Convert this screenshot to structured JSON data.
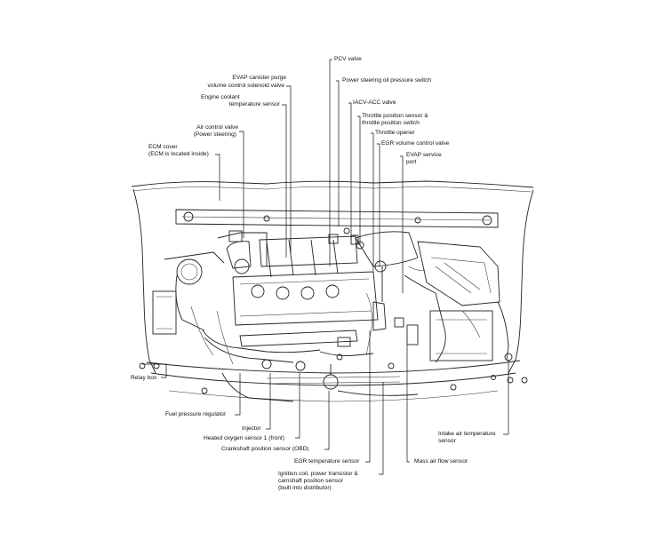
{
  "labels": {
    "pcv_valve": "PCV valve",
    "evap_purge_l1": "EVAP canister purge",
    "evap_purge_l2": "volume control solenoid valve",
    "ps_switch": "Power steering oil pressure switch",
    "coolant_l1": "Engine coolant",
    "coolant_l2": "temperature sensor",
    "iacv": "IACV-ACC valve",
    "tps_l1": "Throttle position sensor &",
    "tps_l2": "throttle position switch",
    "air_ctrl_l1": "Air control valve",
    "air_ctrl_l2": "(Power steering)",
    "throttle_opener": "Throttle opener",
    "egr_vol": "EGR volume control valve",
    "ecm_l1": "ECM cover",
    "ecm_l2": "(ECM is located inside)",
    "evap_port_l1": "EVAP service",
    "evap_port_l2": "port",
    "relay_box": "Relay box",
    "fuel_reg": "Fuel pressure regulator",
    "injector": "Injector",
    "heated_o2": "Heated oxygen sensor 1 (front)",
    "intake_temp_l1": "Intake air temperature",
    "intake_temp_l2": "sensor",
    "crank_sensor": "Crankshaft position sensor (OBD)",
    "egr_temp": "EGR temperature sensor",
    "maf": "Mass air flow sensor",
    "ign_l1": "Ignition coil, power transistor &",
    "ign_l2": "camshaft position sensor",
    "ign_l3": "(built into distributor)"
  }
}
